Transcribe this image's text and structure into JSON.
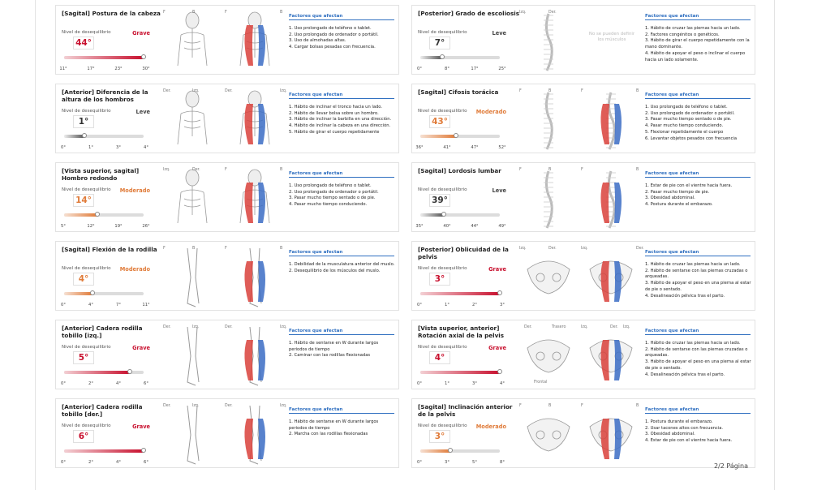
{
  "page_label": "2/2 Página",
  "cards": [
    {
      "id": "c1",
      "title": "[Sagital] Postura de la cabeza",
      "level_label": "Nivel de desequilibrio",
      "severity": "Grave",
      "value": "44°",
      "ticks": [
        "11°",
        "17°",
        "23°",
        "30°"
      ],
      "fill_fraction": 1.0,
      "labels": [
        "F",
        "B",
        "F",
        "B"
      ],
      "factors_title": "Factores que afectan",
      "factors": [
        "1. Uso prolongado de teléfono o tablet.",
        "2. Uso prolongado de ordenador o portátil.",
        "3. Uso de almohadas altas.",
        "4. Cargar bolsas pesadas con frecuencia."
      ],
      "color": "#c8102e"
    },
    {
      "id": "c2",
      "title": "[Posterior] Grado de escoliosis",
      "level_label": "Nivel de desequilibrio",
      "severity": "Leve",
      "value": "7°",
      "ticks": [
        "0°",
        "8°",
        "17°",
        "25°"
      ],
      "fill_fraction": 0.28,
      "labels": [
        "Izq.",
        "Der."
      ],
      "note": "No se pueden definir los músculos",
      "factors_title": "Factores que afectan",
      "factors": [
        "1. Hábito de cruzar las piernas hacia un lado.",
        "2. Factores congénitos o genéticos.",
        "3. Hábito de girar el cuerpo repetidamente con la mano dominante.",
        "4. Hábito de apoyar el peso o inclinar el cuerpo hacia un lado solamente."
      ],
      "color": "#333333"
    },
    {
      "id": "c3",
      "title": "[Anterior] Diferencia de la altura de los hombros",
      "level_label": "Nivel de desequilibrio",
      "severity": "Leve",
      "value": "1°",
      "ticks": [
        "0°",
        "1°",
        "3°",
        "4°"
      ],
      "fill_fraction": 0.25,
      "labels": [
        "Der.",
        "Izq.",
        "Der.",
        "Izq."
      ],
      "factors_title": "Factores que afectan",
      "factors": [
        "1. Hábito de inclinar el tronco hacia un lado.",
        "2. Hábito de llevar bolsa sobre un hombro.",
        "3. Hábito de inclinar la barbilla en una dirección.",
        "4. Hábito de inclinar la cabeza en una dirección.",
        "5. Hábito de girar el cuerpo repetidamente"
      ],
      "color": "#333333"
    },
    {
      "id": "c4",
      "title": "[Sagital] Cifosis torácica",
      "level_label": "Nivel de desequilibrio",
      "severity": "Moderado",
      "value": "43°",
      "ticks": [
        "36°",
        "41°",
        "47°",
        "52°"
      ],
      "fill_fraction": 0.45,
      "labels": [
        "F",
        "B",
        "F",
        "B"
      ],
      "factors_title": "Factores que afectan",
      "factors": [
        "1. Uso prolongado de teléfono o tablet.",
        "2. Uso prolongado de ordenador o portátil.",
        "3. Pasar mucho tiempo sentado o de pie.",
        "4. Pasar mucho tiempo conduciendo.",
        "5. Flexionar repetidamente el cuerpo",
        "6. Levantar objetos pesados con frecuencia"
      ],
      "color": "#e07b39"
    },
    {
      "id": "c5",
      "title": "[Vista superior, sagital] Hombro redondo",
      "level_label": "Nivel de desequilibrio",
      "severity": "Moderado",
      "value": "14°",
      "ticks": [
        "5°",
        "12°",
        "19°",
        "26°"
      ],
      "fill_fraction": 0.42,
      "labels": [
        "Izq.",
        "Der.",
        "F",
        "B"
      ],
      "factors_title": "Factores que afectan",
      "factors": [
        "1. Uso prolongado de teléfono o tablet.",
        "2. Uso prolongado de ordenador o portátil.",
        "3. Pasar mucho tiempo sentado o de pie.",
        "4. Pasar mucho tiempo conduciendo."
      ],
      "color": "#e07b39"
    },
    {
      "id": "c6",
      "title": "[Sagital] Lordosis lumbar",
      "level_label": "Nivel de desequilibrio",
      "severity": "Leve",
      "value": "39°",
      "ticks": [
        "35°",
        "40°",
        "44°",
        "49°"
      ],
      "fill_fraction": 0.3,
      "labels": [
        "F",
        "B",
        "F",
        "B"
      ],
      "factors_title": "Factores que afectan",
      "factors": [
        "1. Estar de pie con el vientre hacia fuera.",
        "2. Pasar mucho tiempo de pie.",
        "3. Obesidad abdominal.",
        "4. Postura durante el embarazo."
      ],
      "color": "#333333"
    },
    {
      "id": "c7",
      "title": "[Sagital] Flexión de la rodilla",
      "level_label": "Nivel de desequilibrio",
      "severity": "Moderado",
      "value": "4°",
      "ticks": [
        "0°",
        "4°",
        "7°",
        "11°"
      ],
      "fill_fraction": 0.36,
      "labels": [
        "F",
        "B",
        "F",
        "B"
      ],
      "factors_title": "Factores que afectan",
      "factors": [
        "1. Debilidad de la musculatura anterior del muslo.",
        "2. Desequilibrio de los músculos del muslo."
      ],
      "color": "#e07b39"
    },
    {
      "id": "c8",
      "title": "[Posterior] Oblicuidad de la pelvis",
      "level_label": "Nivel de desequilibrio",
      "severity": "Grave",
      "value": "3°",
      "ticks": [
        "0°",
        "1°",
        "2°",
        "3°"
      ],
      "fill_fraction": 1.0,
      "labels": [
        "Izq.",
        "Der.",
        "Izq.",
        "Der."
      ],
      "factors_title": "Factores que afectan",
      "factors": [
        "1. Hábito de cruzar las piernas hacia un lado.",
        "2. Hábito de sentarse con las piernas cruzadas o arqueadas.",
        "3. Hábito de apoyar el peso en una pierna al estar de pie o sentado.",
        "4. Desalineación pélvica tras el parto."
      ],
      "color": "#c8102e"
    },
    {
      "id": "c9",
      "title": "[Anterior] Cadera rodilla tobillo [izq.]",
      "level_label": "Nivel de desequilibrio",
      "severity": "Grave",
      "value": "5°",
      "ticks": [
        "0°",
        "2°",
        "4°",
        "6°"
      ],
      "fill_fraction": 0.83,
      "labels": [
        "Der.",
        "Izq.",
        "Der.",
        "Izq."
      ],
      "factors_title": "Factores que afectan",
      "factors": [
        "1. Hábito de sentarse en W durante largos periodos de tiempo",
        "2. Caminar con las rodillas flexionadas"
      ],
      "color": "#c8102e"
    },
    {
      "id": "c10",
      "title": "[Vista superior, anterior] Rotación axial de la pelvis",
      "level_label": "Nivel de desequilibrio",
      "severity": "Grave",
      "value": "4°",
      "ticks": [
        "0°",
        "1°",
        "3°",
        "4°"
      ],
      "fill_fraction": 1.0,
      "labels": [
        "Der.",
        "Trasero",
        "Izq.",
        "Der.",
        "Izq.",
        "Frontal"
      ],
      "factors_title": "Factores que afectan",
      "factors": [
        "1. Hábito de cruzar las piernas hacia un lado.",
        "2. Hábito de sentarse con las piernas cruzadas o arqueadas.",
        "3. Hábito de apoyar el peso en una pierna al estar de pie o sentado.",
        "4. Desalineación pélvica tras el parto."
      ],
      "color": "#c8102e"
    },
    {
      "id": "c11",
      "title": "[Anterior] Cadera rodilla tobillo [der.]",
      "level_label": "Nivel de desequilibrio",
      "severity": "Grave",
      "value": "6°",
      "ticks": [
        "0°",
        "2°",
        "4°",
        "6°"
      ],
      "fill_fraction": 1.0,
      "labels": [
        "Der.",
        "Izq.",
        "Der.",
        "Izq."
      ],
      "factors_title": "Factores que afectan",
      "factors": [
        "1. Hábito de sentarse en W durante largos periodos de tiempo",
        "2. Marcha con las rodillas flexionadas"
      ],
      "color": "#c8102e"
    },
    {
      "id": "c12",
      "title": "[Sagital] Inclinación anterior de la pelvis",
      "level_label": "Nivel de desequilibrio",
      "severity": "Moderado",
      "value": "3°",
      "ticks": [
        "0°",
        "3°",
        "5°",
        "8°"
      ],
      "fill_fraction": 0.38,
      "labels": [
        "F",
        "B",
        "F",
        "B"
      ],
      "factors_title": "Factores que afectan",
      "factors": [
        "1. Postura durante el embarazo.",
        "2. Usar tacones altos con frecuencia.",
        "3. Obesidad abdominal.",
        "4. Estar de pie con el vientre hacia fuera."
      ],
      "color": "#e07b39"
    }
  ]
}
